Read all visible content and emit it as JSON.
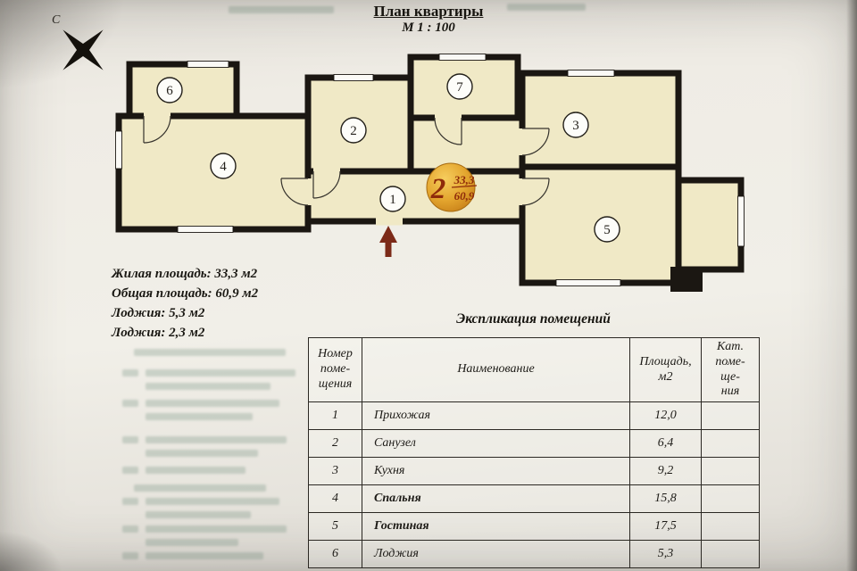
{
  "document": {
    "title": "План квартиры",
    "scale": "М 1 : 100",
    "compass": "С"
  },
  "plan": {
    "room_labels": [
      "1",
      "2",
      "3",
      "4",
      "5",
      "6",
      "7"
    ],
    "badge": {
      "number": "2",
      "living_area": "33,3",
      "total_area": "60,9"
    }
  },
  "summary": {
    "lines": [
      "Жилая площадь: 33,3 м2",
      "Общая площадь: 60,9 м2",
      "Лоджия: 5,3 м2",
      "Лоджия: 2,3 м2"
    ]
  },
  "explication": {
    "title": "Экспликация помещений",
    "headers": {
      "number": [
        "Номер",
        "поме-",
        "щения"
      ],
      "name": "Наименование",
      "area": [
        "Площадь,",
        "м2"
      ],
      "category": [
        "Кат.",
        "поме-",
        "ще-",
        "ния"
      ]
    },
    "rows": [
      {
        "num": "1",
        "name": "Прихожая",
        "area": "12,0",
        "category": ""
      },
      {
        "num": "2",
        "name": "Санузел",
        "area": "6,4",
        "category": ""
      },
      {
        "num": "3",
        "name": "Кухня",
        "area": "9,2",
        "category": ""
      },
      {
        "num": "4",
        "name": "Спальня",
        "area": "15,8",
        "category": ""
      },
      {
        "num": "5",
        "name": "Гостиная",
        "area": "17,5",
        "category": ""
      },
      {
        "num": "6",
        "name": "Лоджия",
        "area": "5,3",
        "category": ""
      }
    ]
  },
  "colors": {
    "wall": "#1b1712",
    "room_fill": "#f0e9c6",
    "badge_orange": "#e3a52e",
    "badge_text": "#8f2b0a",
    "entrance_arrow": "#7c2a18"
  }
}
